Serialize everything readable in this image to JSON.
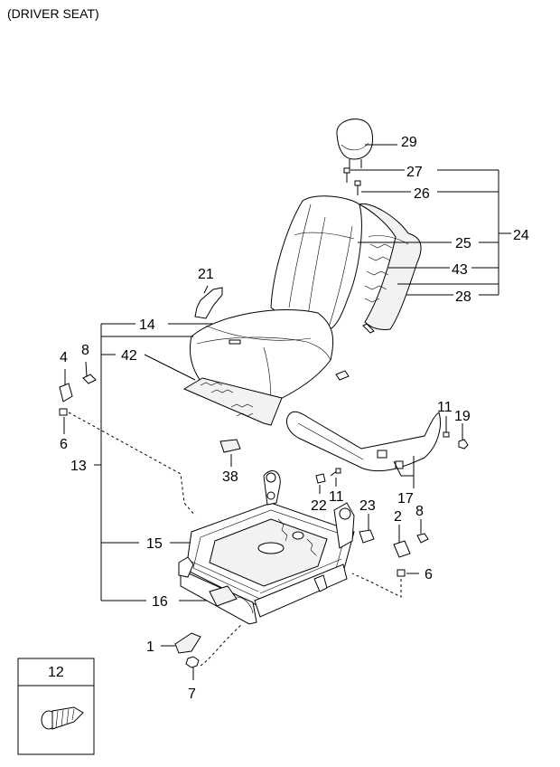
{
  "title": "(DRIVER SEAT)",
  "callouts": {
    "c29": "29",
    "c27": "27",
    "c26": "26",
    "c25": "25",
    "c24": "24",
    "c43": "43",
    "c28": "28",
    "c21": "21",
    "c14": "14",
    "c42": "42",
    "c4": "4",
    "c8a": "8",
    "c6a": "6",
    "c11a": "11",
    "c19": "19",
    "c13": "13",
    "c38": "38",
    "c22": "22",
    "c11b": "11",
    "c23": "23",
    "c17": "17",
    "c2": "2",
    "c8b": "8",
    "c15": "15",
    "c6b": "6",
    "c16": "16",
    "c1": "1",
    "c7": "7"
  },
  "inset": {
    "label": "12"
  }
}
